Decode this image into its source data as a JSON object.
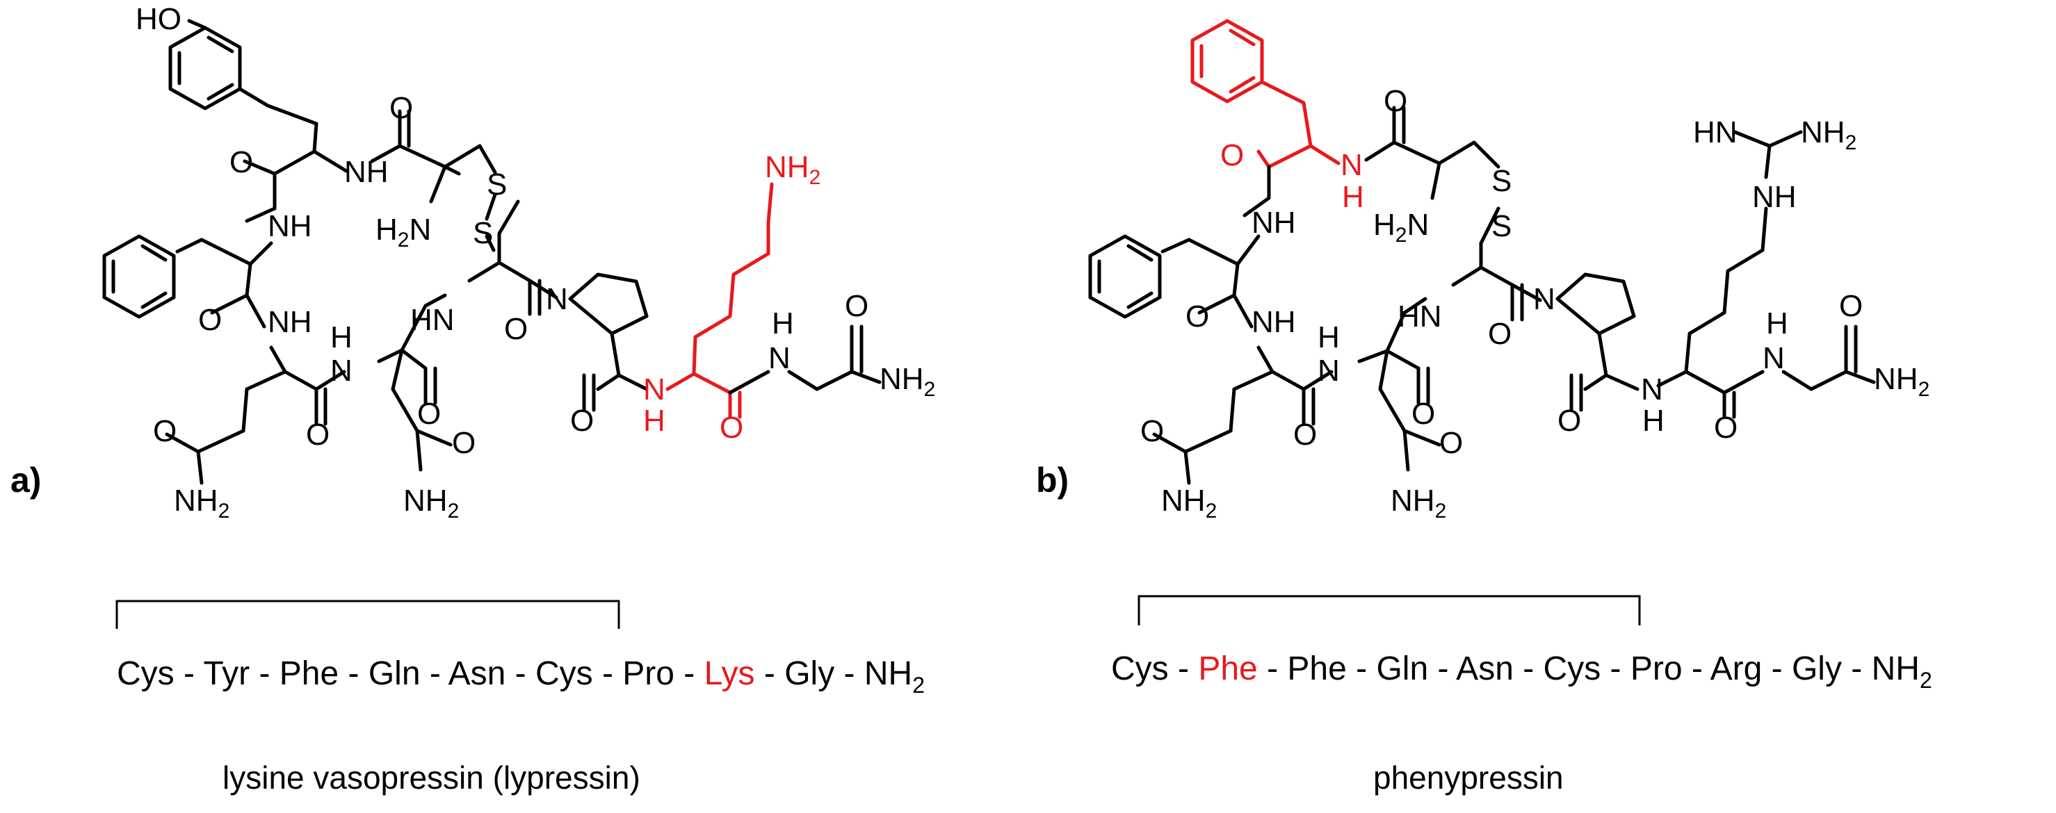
{
  "panels": [
    {
      "label": "a)",
      "name": "lysine vasopressin (lypressin)",
      "sequence": [
        {
          "text": "Cys",
          "highlight": false
        },
        {
          "text": "Tyr",
          "highlight": false
        },
        {
          "text": "Phe",
          "highlight": false
        },
        {
          "text": "Gln",
          "highlight": false
        },
        {
          "text": "Asn",
          "highlight": false
        },
        {
          "text": "Cys",
          "highlight": false
        },
        {
          "text": "Pro",
          "highlight": false
        },
        {
          "text": "Lys",
          "highlight": true
        },
        {
          "text": "Gly",
          "highlight": false
        }
      ],
      "terminal": "NH",
      "terminal_sub": "2",
      "separator": " - ",
      "atoms": {
        "ho": "HO",
        "o1": "O",
        "nh1": "N",
        "nh1h": "H",
        "o2": "O",
        "nh2": "NH",
        "s1": "S",
        "s2": "S",
        "h2n": "H",
        "h2n_sub": "2",
        "h2n_n": "N",
        "nh3": "NH",
        "o3": "O",
        "nh4": "NH",
        "n_pro": "N",
        "hn5": "HN",
        "nh6": "H",
        "nh6n": "N",
        "o4": "O",
        "o5": "O",
        "o6": "O",
        "nh_lys": "N",
        "nh_lys_h": "H",
        "o_lys": "O",
        "nh2_lys": "NH",
        "nh2_lys_sub": "2",
        "h_gly": "H",
        "n_gly": "N",
        "o_gly": "O",
        "nh2_gly": "NH",
        "nh2_gly_sub": "2",
        "o_gln": "O",
        "nh2_gln": "NH",
        "nh2_gln_sub": "2",
        "o_asn": "O",
        "nh2_asn": "NH",
        "nh2_asn_sub": "2",
        "o_pro": "O"
      }
    },
    {
      "label": "b)",
      "name": "phenypressin",
      "sequence": [
        {
          "text": "Cys",
          "highlight": false
        },
        {
          "text": "Phe",
          "highlight": true
        },
        {
          "text": "Phe",
          "highlight": false
        },
        {
          "text": "Gln",
          "highlight": false
        },
        {
          "text": "Asn",
          "highlight": false
        },
        {
          "text": "Cys",
          "highlight": false
        },
        {
          "text": "Pro",
          "highlight": false
        },
        {
          "text": "Arg",
          "highlight": false
        },
        {
          "text": "Gly",
          "highlight": false
        }
      ],
      "terminal": "NH",
      "terminal_sub": "2",
      "separator": " - ",
      "atoms": {
        "o1": "O",
        "nh1": "N",
        "nh1h": "H",
        "o2": "O",
        "nh2": "NH",
        "s1": "S",
        "s2": "S",
        "h2n": "H",
        "h2n_sub": "2",
        "h2n_n": "N",
        "nh3": "NH",
        "o3": "O",
        "nh4": "NH",
        "n_pro": "N",
        "hn5": "HN",
        "nh6": "H",
        "nh6n": "N",
        "o4": "O",
        "o5": "O",
        "o6": "O",
        "nh_arg": "N",
        "nh_arg_h": "H",
        "o_arg": "O",
        "hn_gu": "HN",
        "nh2_gu": "NH",
        "nh2_gu_sub": "2",
        "nh_gu": "NH",
        "h_gly": "H",
        "n_gly": "N",
        "o_gly": "O",
        "nh2_gly": "NH",
        "nh2_gly_sub": "2",
        "o_gln": "O",
        "nh2_gln": "NH",
        "nh2_gln_sub": "2",
        "o_asn": "O",
        "nh2_asn": "NH",
        "nh2_asn_sub": "2",
        "o_pro": "O"
      }
    }
  ]
}
